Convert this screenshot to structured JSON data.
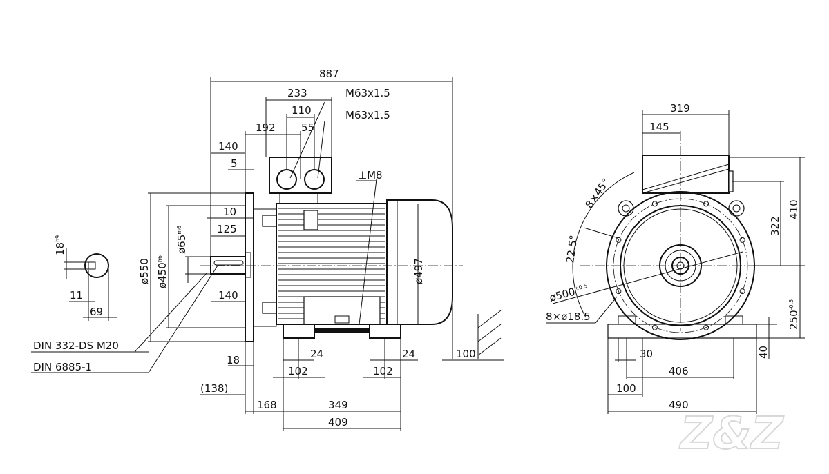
{
  "side_view": {
    "overall_length": "887",
    "box_width": "233",
    "gland_thread_1": "M63x1.5",
    "gland_thread_2": "M63x1.5",
    "gland_spacing": "110",
    "gland_offset": "55",
    "box_position": "192",
    "flange_to_box": "140",
    "spigot_depth": "5",
    "earth_thread": "⊥M8",
    "flange_thickness": "10",
    "key_length": "125",
    "shaft_diameter": "ø65",
    "shaft_tol": "m6",
    "flange_diameter": "ø550",
    "spigot_diameter": "ø450",
    "spigot_tol": "h6",
    "body_diameter": "ø497",
    "shaft_length": "140",
    "flange_edge": "18",
    "foot_width_left": "24",
    "foot_width_right": "24",
    "foot_height": "100",
    "foot_left": "102",
    "foot_right": "102",
    "shaft_to_foot": "(138)",
    "flange_to_foot": "168",
    "foot_spacing": "349",
    "foot_total": "409",
    "note_center_hole": "DIN 332-DS M20",
    "note_key": "DIN 6885-1"
  },
  "key_section": {
    "key_width": "18",
    "key_tol": "h9",
    "key_depth": "11",
    "shaft_height": "69"
  },
  "end_view": {
    "box_width": "319",
    "box_offset": "145",
    "hole_angle": "8×45°",
    "hole_offset_angle": "22.5°",
    "overall_height": "410",
    "box_height": "322",
    "pcd": "ø500",
    "pcd_tol": "±0.5",
    "holes": "8×ø18.5",
    "shaft_height": "250",
    "shaft_height_tol": "-0.5",
    "foot_thickness": "40",
    "foot_hole": "30",
    "foot_hole_spacing": "406",
    "foot_width": "100",
    "base_width": "490"
  },
  "watermark": "Z&Z"
}
